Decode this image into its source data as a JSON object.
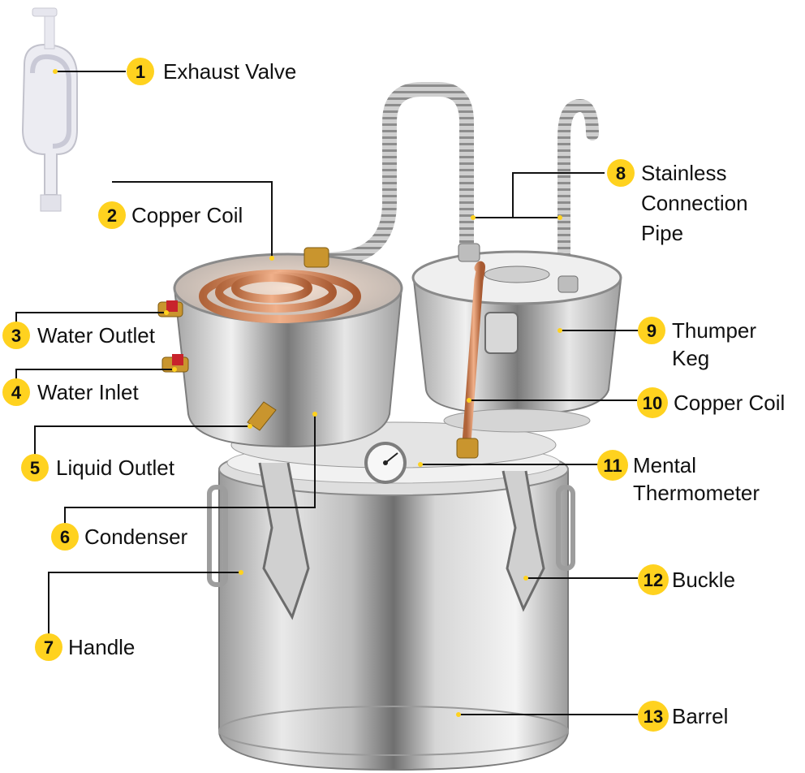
{
  "colors": {
    "badge": "#FFD21F",
    "steel_light": "#f2f2f2",
    "steel_mid": "#c9c9c9",
    "steel_dark": "#8a8a8a",
    "copper": "#d98a5c",
    "brass": "#c9952e",
    "valve_red": "#c8232c",
    "plastic": "#e9e9ef"
  },
  "icons": {
    "badge": "yellow-number-circle",
    "still": "distiller-illustration"
  },
  "labels": [
    {
      "num": "1",
      "lines": [
        "Exhaust Valve"
      ]
    },
    {
      "num": "2",
      "lines": [
        "Copper Coil"
      ]
    },
    {
      "num": "3",
      "lines": [
        "Water Outlet"
      ]
    },
    {
      "num": "4",
      "lines": [
        "Water Inlet"
      ]
    },
    {
      "num": "5",
      "lines": [
        "Liquid Outlet"
      ]
    },
    {
      "num": "6",
      "lines": [
        "Condenser"
      ]
    },
    {
      "num": "7",
      "lines": [
        "Handle"
      ]
    },
    {
      "num": "8",
      "lines": [
        "Stainless",
        "Connection",
        "Pipe"
      ]
    },
    {
      "num": "9",
      "lines": [
        "Thumper",
        "Keg"
      ]
    },
    {
      "num": "10",
      "lines": [
        "Copper Coil"
      ]
    },
    {
      "num": "11",
      "lines": [
        "Mental",
        "Thermometer"
      ]
    },
    {
      "num": "12",
      "lines": [
        "Buckle"
      ]
    },
    {
      "num": "13",
      "lines": [
        "Barrel"
      ]
    }
  ]
}
